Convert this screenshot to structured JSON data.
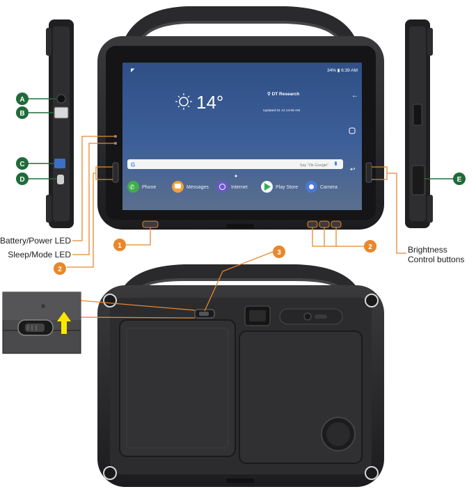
{
  "callouts": {
    "a": "A",
    "b": "B",
    "c": "C",
    "d": "D",
    "e": "E",
    "one": "1",
    "two": "2",
    "three": "3"
  },
  "labels": {
    "battery_led": "Battery/Power LED",
    "sleep_led": "Sleep/Mode LED",
    "brightness_line1": "Brightness",
    "brightness_line2": "Control buttons"
  },
  "screen": {
    "status": "34% ▮ 6:39 AM",
    "temperature": "14°",
    "location": "DT Research",
    "updated": "Updated 01 13 14:08 AM",
    "search_hint": "Say \"Ok Google\"",
    "google_g": "G",
    "apps": [
      "Phone",
      "Messages",
      "Internet",
      "Play Store",
      "Camera"
    ]
  },
  "colors": {
    "green_badge": "#1f6b3a",
    "orange_badge": "#e8872b",
    "callout_line": "#e8872b",
    "body_dark": "#2b2b2d"
  }
}
